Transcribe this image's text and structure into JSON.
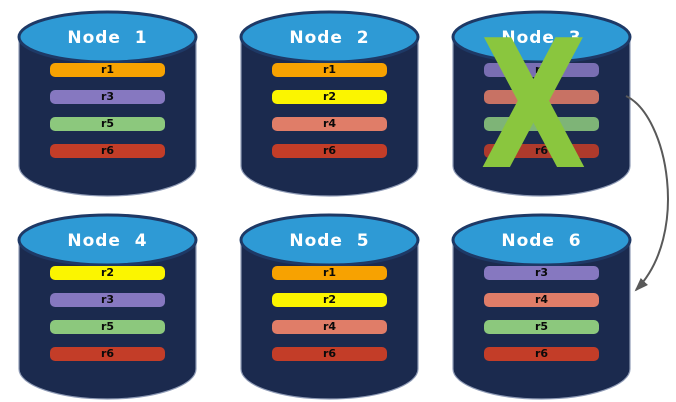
{
  "diagram": {
    "colors": {
      "cylinder_body": "#1B2A4E",
      "cylinder_body_edge": "#8F9BB6",
      "cylinder_top": "#2E9AD5",
      "cylinder_top_border": "#1E3966",
      "node_label_text": "#FFFFFF",
      "row_label_text": "#0A0A0A"
    },
    "nodes": [
      {
        "label": "Node  1",
        "failed": false,
        "rows": [
          {
            "label": "r1",
            "color": "#F7A201"
          },
          {
            "label": "r3",
            "color": "#8678C0"
          },
          {
            "label": "r5",
            "color": "#8CC87D"
          },
          {
            "label": "r6",
            "color": "#C33D28"
          }
        ]
      },
      {
        "label": "Node  2",
        "failed": false,
        "rows": [
          {
            "label": "r1",
            "color": "#F7A201"
          },
          {
            "label": "r2",
            "color": "#FBF500"
          },
          {
            "label": "r4",
            "color": "#E07D68"
          },
          {
            "label": "r6",
            "color": "#C33D28"
          }
        ]
      },
      {
        "label": "Node  3",
        "failed": true,
        "faded": true,
        "rows": [
          {
            "label": "r3",
            "color": "#8678C0"
          },
          {
            "label": "r4",
            "color": "#E07D68"
          },
          {
            "label": "r5",
            "color": "#8CC87D"
          },
          {
            "label": "r6",
            "color": "#C33D28"
          }
        ]
      },
      {
        "label": "Node  4",
        "failed": false,
        "rows": [
          {
            "label": "r2",
            "color": "#FBF500"
          },
          {
            "label": "r3",
            "color": "#8678C0"
          },
          {
            "label": "r5",
            "color": "#8CC87D"
          },
          {
            "label": "r6",
            "color": "#C33D28"
          }
        ]
      },
      {
        "label": "Node  5",
        "failed": false,
        "rows": [
          {
            "label": "r1",
            "color": "#F7A201"
          },
          {
            "label": "r2",
            "color": "#FBF500"
          },
          {
            "label": "r4",
            "color": "#E07D68"
          },
          {
            "label": "r6",
            "color": "#C33D28"
          }
        ]
      },
      {
        "label": "Node  6",
        "failed": false,
        "rows": [
          {
            "label": "r3",
            "color": "#8678C0"
          },
          {
            "label": "r4",
            "color": "#E07D68"
          },
          {
            "label": "r5",
            "color": "#8CC87D"
          },
          {
            "label": "r6",
            "color": "#C33D28"
          }
        ]
      }
    ],
    "failure": {
      "glyph": "X",
      "color": "#8AC63E",
      "on_node": "Node  3"
    },
    "arrow": {
      "from_node": "Node  3",
      "to_node": "Node  6",
      "color": "#595959"
    }
  }
}
